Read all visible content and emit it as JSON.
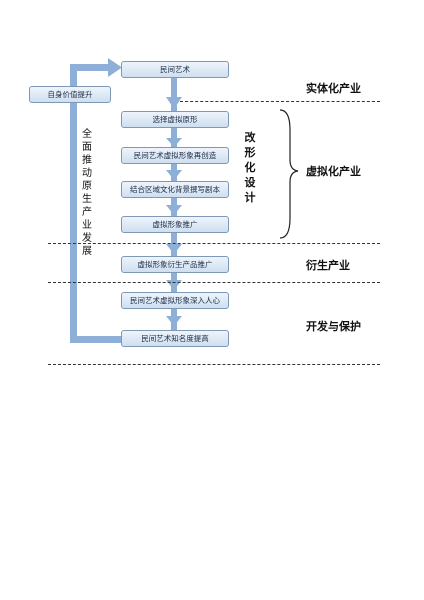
{
  "boxes": {
    "folk_art": "民间艺术",
    "self_value": "自身价值提升",
    "select_prototype": "选择虚拟原形",
    "recreate_image": "民间艺术虚拟形象再创造",
    "write_script": "结合区域文化背景撰写剧本",
    "promote_image": "虚拟形象推广",
    "derivative_promo": "虚拟形象衍生产品推广",
    "image_popular": "民间艺术虚拟形象深入人心",
    "fame_rise": "民间艺术知名度提高"
  },
  "left_label": "全面推动原生产业发展",
  "redesign_label": "改形化设计",
  "stages": {
    "physical": "实体化产业",
    "virtual": "虚拟化产业",
    "derivative": "衍生产业",
    "develop": "开发与保护"
  },
  "colors": {
    "arrow": "#8eb0d8",
    "box_border": "#7e98b6"
  }
}
